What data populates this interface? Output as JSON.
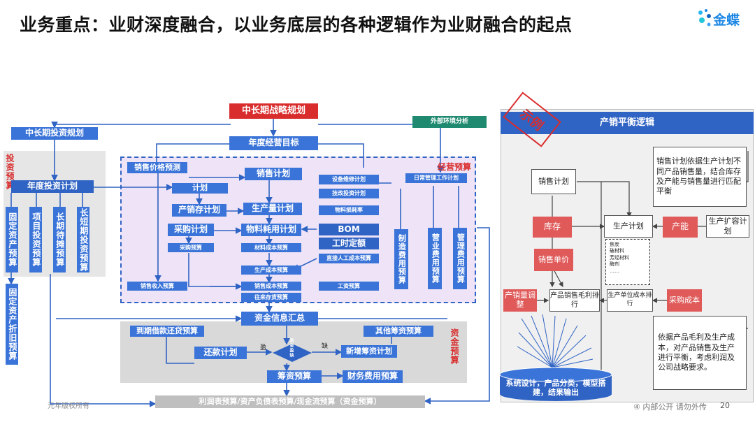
{
  "title": "业务重点：业财深度融合，以业务底层的各种逻辑作为业财融合的起点",
  "logo": {
    "text": "金蝶",
    "icon": "kingdee-dots-icon"
  },
  "left": {
    "strategy": "中长期战略规划",
    "env": "外部环境分析",
    "invest_plan": "中长期投资规划",
    "annual_goal": "年度经营目标",
    "invest_budget_tag": "投资预算",
    "annual_invest": "年度投资计划",
    "invest_cols": [
      "固定资产预算",
      "项目投资预算",
      "长期待摊预算",
      "长短期投资预算"
    ],
    "depr": "固定资产折旧预算",
    "ops_tag": "经营预算",
    "price": "销售价格预测",
    "sales_plan": "销售计划",
    "plan": "计划",
    "prod_inv": "产销存计划",
    "prod_plan": "生产量计划",
    "purchase": "采购计划",
    "material_plan": "物料耗用计划",
    "purchase_budget": "采购预算",
    "material_cost": "材料成本预算",
    "prod_cost": "生产成本预算",
    "sales_income": "销售收入预算",
    "sales_cost": "销售成本预算",
    "ar_inv": "往来存货预算",
    "equip": "设备维修计划",
    "tech": "技改投资计划",
    "material_loss": "物料损耗率",
    "bom": "BOM",
    "labor": "工时定额",
    "direct_labor": "直接人工成本预算",
    "wage": "工资预算",
    "daily": "日常管理工作计划",
    "mfg": "制造费用预算",
    "opex": "营业费用预算",
    "mgmt": "管理费用预算",
    "cash_summary": "资金信息汇总",
    "due_loan": "到期借款还贷预算",
    "other_fin": "其他筹资预算",
    "fund_tag": "资金预算",
    "repay": "还款计划",
    "surplus": "盈",
    "shortage": "缺",
    "balance": "资金盈缺",
    "new_loan": "新增筹资计划",
    "fin_budget": "筹资预算",
    "fin_cost": "财务费用预算",
    "final": "利润表预算/资产负债表预算/现金流预算（资金预算）",
    "copyright": "元年版权所有"
  },
  "right": {
    "header": "产销平衡逻辑",
    "stamp": "示例",
    "desc1": "销售计划依据生产计划不同产品销售量，结合库存及产能与销售量进行匹配平衡",
    "sales_plan": "销售计划",
    "inventory": "库存",
    "prod_plan": "生产计划",
    "capacity": "产能",
    "expand": "生产扩容计划",
    "unit_price": "销售单价",
    "materials": [
      "焦炭",
      "破材料",
      "芳烃材料",
      "酶剂",
      "……"
    ],
    "sales_volume": "产销量调整",
    "gross_rank": "产品销售毛利排行",
    "unit_cost_rank": "生产单位成本排行",
    "purchase_cost": "采购成本",
    "desc2": "依据产品毛利及生产成本，对产品销售及生产进行平衡，考虑利润及公司战略要求。",
    "system": "系统设计，产品分类，模型搭建，结果输出"
  },
  "footer": {
    "label": "内部公开 请勿外传",
    "page": "20"
  },
  "colors": {
    "blue": "#3b74d8",
    "red": "#d92d2d",
    "green": "#1f8a70",
    "purple_bg": "#efe4f7"
  }
}
